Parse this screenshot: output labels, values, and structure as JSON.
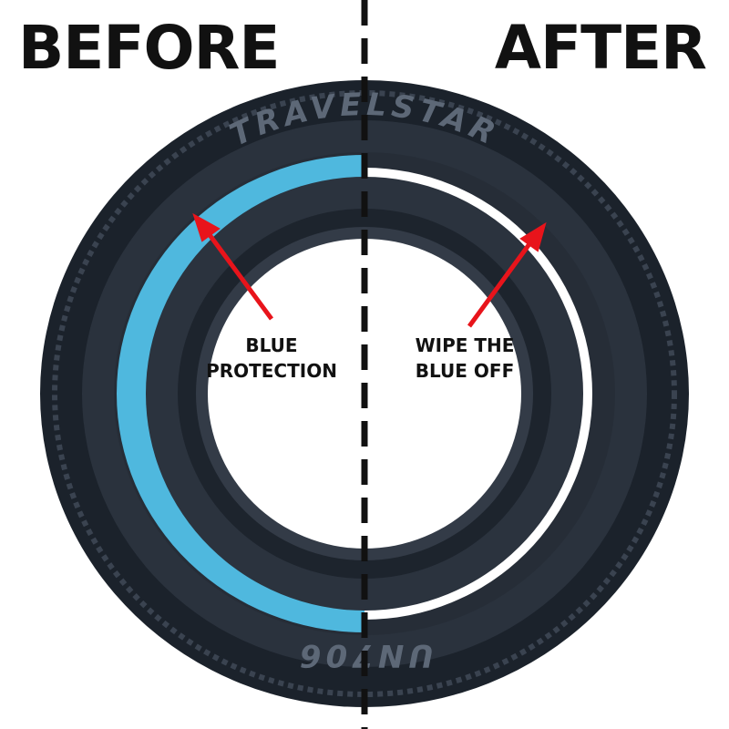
{
  "headings": {
    "before": "BEFORE",
    "after": "AFTER"
  },
  "labels": {
    "left": [
      "BLUE",
      "PROTECTION"
    ],
    "right": [
      "WIPE THE",
      "BLUE OFF"
    ]
  },
  "tire": {
    "brand": "TRAVELSTAR",
    "model": "UN706"
  },
  "colors": {
    "tire": "#1f2630",
    "sidewall": "#2c3440",
    "blue_protection": "#4fb8de",
    "whitewall": "#ffffff",
    "arrow": "#e8141b",
    "divider": "#111111"
  }
}
